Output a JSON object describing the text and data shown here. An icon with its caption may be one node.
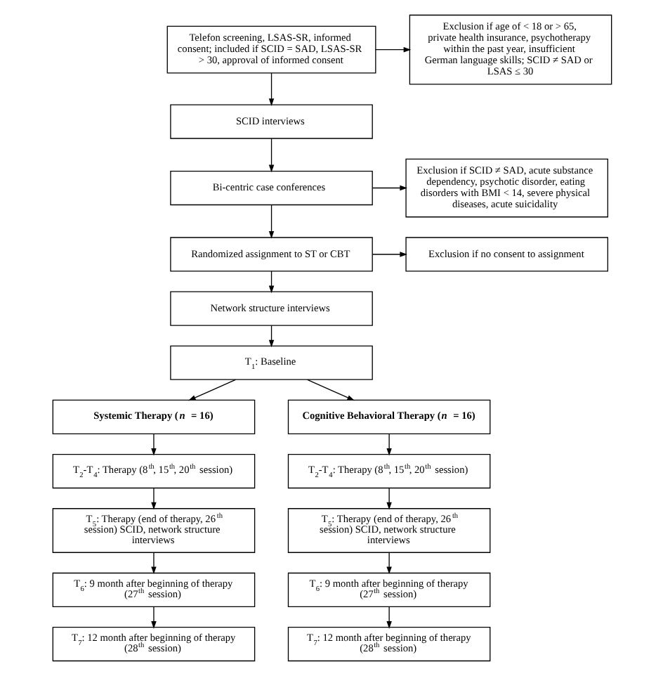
{
  "diagram": {
    "nodes": [
      {
        "text": [
          "Telefon screening, LSAS-SR, informed consent; included if SCID = SAD, LSAS-SR > 30, approval of informed consent"
        ]
      },
      {
        "text": [
          "Exclusion if age of < 18 or > 65, private health insurance, psychotherapy within the past year, insufficient German language skills; SCID ≠ SAD or LSAS ≤ 30"
        ]
      },
      {
        "text": [
          "SCID interviews"
        ]
      },
      {
        "text": [
          "Bi-centric case conferences"
        ]
      },
      {
        "text": [
          "Exclusion if SCID ≠ SAD, acute substance dependency, psychotic disorder, eating disorders with BMI < 14, severe physical diseases, acute suicidality"
        ]
      },
      {
        "text": [
          "Randomized assignment to ST or CBT"
        ]
      },
      {
        "text": [
          "Exclusion if no consent to assignment"
        ]
      },
      {
        "text": [
          "Network structure interviews"
        ]
      },
      {
        "text": [
          "T$_{1}$: Baseline"
        ]
      },
      {
        "text": [
          "Systemic Therapy (*n* = 16)"
        ]
      },
      {
        "text": [
          "Cognitive Behavioral Therapy (*n* = 16)"
        ]
      },
      {
        "text": [
          "T$_{2}$-T$_{4}$: Therapy (8$^{th}$, 15$^{th}$, 20$^{th}$ session)"
        ]
      },
      {
        "text": [
          "T$_{2}$-T$_{4}$: Therapy (8$^{th}$, 15$^{th}$, 20$^{th}$ session)"
        ]
      },
      {
        "text": [
          "T$_{5}$: Therapy (end of therapy, 26$^{th}$ session) SCID, network structure interviews"
        ]
      },
      {
        "text": [
          "T$_{5}$: Therapy (end of therapy, 26$^{th}$ session) SCID, network structure interviews"
        ]
      },
      {
        "text": [
          "T$_{6}$: 9 month after beginning of therapy (27$^{th}$ session)"
        ]
      },
      {
        "text": [
          "T$_{6}$: 9 month after beginning of therapy (27$^{th}$ session)"
        ]
      },
      {
        "text": [
          "T$_{7}$: 12 month after beginning of therapy (28$^{th}$ session)"
        ]
      },
      {
        "text": [
          "T$_{7}$: 12 month after beginning of therapy (28$^{th}$ session)"
        ]
      }
    ],
    "edges": [
      {
        "from": 0,
        "to": 1,
        "arrow": "to"
      },
      {
        "from": 0,
        "to": 2,
        "arrow": "to"
      },
      {
        "from": 2,
        "to": 3,
        "arrow": "to"
      },
      {
        "from": 3,
        "to": 4,
        "arrow": "to"
      },
      {
        "from": 3,
        "to": 5,
        "arrow": "to"
      },
      {
        "from": 5,
        "to": 6,
        "arrow": "to"
      },
      {
        "from": 5,
        "to": 7,
        "arrow": "to"
      },
      {
        "from": 7,
        "to": 8,
        "arrow": "to"
      },
      {
        "from": 8,
        "to": 9,
        "arrow": "to"
      },
      {
        "from": 8,
        "to": 10,
        "arrow": "to"
      },
      {
        "from": 9,
        "to": 11,
        "arrow": "to"
      },
      {
        "from": 10,
        "to": 12,
        "arrow": "to"
      },
      {
        "from": 11,
        "to": 13,
        "arrow": "to"
      },
      {
        "from": 12,
        "to": 14,
        "arrow": "to"
      },
      {
        "from": 13,
        "to": 15,
        "arrow": "to"
      },
      {
        "from": 14,
        "to": 16,
        "arrow": "to"
      },
      {
        "from": 15,
        "to": 17,
        "arrow": "to"
      },
      {
        "from": 16,
        "to": 18,
        "arrow": "to"
      }
    ]
  }
}
